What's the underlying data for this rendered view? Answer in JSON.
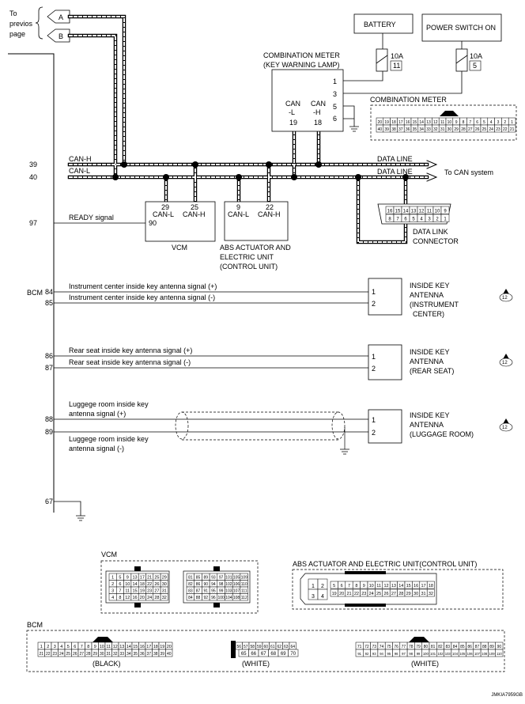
{
  "refs": {
    "to_previous_page": [
      "To",
      "previos",
      "page"
    ],
    "connector_a": "A",
    "connector_b": "B"
  },
  "components": {
    "battery": "BATTERY",
    "power_switch": "POWER SWITCH ON",
    "fuse_battery": {
      "rating": "10A",
      "number": "11"
    },
    "fuse_power": {
      "rating": "10A",
      "number": "5"
    },
    "combination_meter_title": [
      "COMBINATION METER",
      "(KEY WARNING LAMP)"
    ],
    "combination_meter_connector_title": "COMBINATION METER",
    "combination_meter_pins": [
      "1",
      "3",
      "5",
      "6"
    ],
    "meter_can_l": [
      "CAN",
      "-L",
      "19"
    ],
    "meter_can_h": [
      "CAN",
      "-H",
      "18"
    ],
    "vcm": {
      "name": "VCM",
      "pins": [
        {
          "number": "29",
          "label": "CAN-L"
        },
        {
          "number": "25",
          "label": "CAN-H"
        }
      ],
      "ready_pin": "90"
    },
    "abs": {
      "name": [
        "ABS ACTUATOR AND",
        "ELECTRIC UNIT",
        "(CONTROL UNIT)"
      ],
      "pins": [
        {
          "number": "9",
          "label": "CAN-L"
        },
        {
          "number": "22",
          "label": "CAN-H"
        }
      ]
    },
    "data_link": {
      "name": [
        "DATA LINK",
        "CONNECTOR"
      ]
    },
    "data_line_labels": [
      "DATA LINE",
      "DATA LINE"
    ],
    "can_system": "To CAN system",
    "bcm": "BCM",
    "antennas": [
      {
        "name": [
          "INSIDE KEY",
          "ANTENNA",
          "(INSTRUMENT",
          "CENTER)"
        ],
        "pins": [
          "1",
          "2"
        ]
      },
      {
        "name": [
          "INSIDE KEY",
          "ANTENNA",
          "(REAR SEAT)"
        ],
        "pins": [
          "1",
          "2"
        ]
      },
      {
        "name": [
          "INSIDE KEY",
          "ANTENNA",
          "(LUGGAGE ROOM)"
        ],
        "pins": [
          "1",
          "2"
        ]
      }
    ],
    "page_marker": "12"
  },
  "bcm_signals": [
    {
      "pin": "39",
      "label": "CAN-H"
    },
    {
      "pin": "40",
      "label": "CAN-L"
    },
    {
      "pin": "97",
      "label": "READY signal"
    },
    {
      "pin": "84",
      "label": "Instrument center inside key antenna signal (+)"
    },
    {
      "pin": "85",
      "label": "Instrument center inside key antenna signal (-)"
    },
    {
      "pin": "86",
      "label": "Rear seat inside key antenna signal (+)"
    },
    {
      "pin": "87",
      "label": "Rear seat inside key antenna signal (-)"
    },
    {
      "pin": "88",
      "label": "Luggege room inside key antenna signal (+)"
    },
    {
      "pin": "89",
      "label": "Luggege room inside key antenna signal (-)"
    },
    {
      "pin": "67",
      "label": ""
    }
  ],
  "luggage_label_lines": {
    "plus": [
      "Luggege room inside key",
      "antenna signal (+)"
    ],
    "minus": [
      "Luggege room inside key",
      "antenna signal (-)"
    ]
  },
  "connector_panels": {
    "vcm_title": "VCM",
    "abs_title": "ABS ACTUATOR AND ELECTRIC UNIT(CONTROL UNIT)",
    "bcm_title": "BCM",
    "bcm_colors": [
      "(BLACK)",
      "(WHITE)",
      "(WHITE)"
    ]
  },
  "connector_pins": {
    "meter_top": [
      "20",
      "19",
      "18",
      "17",
      "16",
      "15",
      "14",
      "13",
      "12",
      "11",
      "10",
      "9",
      "8",
      "7",
      "6",
      "5",
      "4",
      "3",
      "2",
      "1"
    ],
    "meter_bottom": [
      "40",
      "39",
      "38",
      "37",
      "36",
      "35",
      "34",
      "33",
      "32",
      "31",
      "30",
      "29",
      "28",
      "27",
      "26",
      "25",
      "24",
      "23",
      "22",
      "21"
    ],
    "dlc_top": [
      "16",
      "15",
      "14",
      "13",
      "12",
      "11",
      "10",
      "9"
    ],
    "dlc_bottom": [
      "8",
      "7",
      "6",
      "5",
      "4",
      "3",
      "2",
      "1"
    ],
    "vcm_left": [
      [
        "1",
        "5",
        "9",
        "13",
        "17",
        "21",
        "25",
        "29"
      ],
      [
        "2",
        "6",
        "10",
        "14",
        "18",
        "22",
        "26",
        "30"
      ],
      [
        "3",
        "7",
        "11",
        "15",
        "19",
        "23",
        "27",
        "31"
      ],
      [
        "4",
        "8",
        "12",
        "16",
        "20",
        "24",
        "28",
        "32"
      ]
    ],
    "vcm_right": [
      [
        "81",
        "85",
        "89",
        "93",
        "97",
        "101",
        "105",
        "109"
      ],
      [
        "82",
        "86",
        "90",
        "94",
        "98",
        "102",
        "106",
        "110"
      ],
      [
        "83",
        "87",
        "91",
        "95",
        "99",
        "103",
        "107",
        "111"
      ],
      [
        "84",
        "88",
        "92",
        "96",
        "100",
        "104",
        "108",
        "112"
      ]
    ],
    "abs_big": [
      [
        "1",
        "2"
      ],
      [
        "3",
        "4"
      ]
    ],
    "abs_top": [
      "5",
      "6",
      "7",
      "8",
      "9",
      "10",
      "11",
      "12",
      "13",
      "14",
      "15",
      "16",
      "17",
      "18"
    ],
    "abs_bottom": [
      "19",
      "20",
      "21",
      "22",
      "23",
      "24",
      "25",
      "26",
      "27",
      "28",
      "29",
      "30",
      "31",
      "32"
    ],
    "bcm1_top": [
      "1",
      "2",
      "3",
      "4",
      "5",
      "6",
      "7",
      "8",
      "9",
      "10",
      "11",
      "12",
      "13",
      "14",
      "15",
      "16",
      "17",
      "18",
      "19",
      "20"
    ],
    "bcm1_bottom": [
      "21",
      "22",
      "23",
      "24",
      "25",
      "26",
      "27",
      "28",
      "29",
      "30",
      "31",
      "32",
      "33",
      "34",
      "35",
      "36",
      "37",
      "38",
      "39",
      "40"
    ],
    "bcm2_top": [
      "56",
      "57",
      "58",
      "59",
      "60",
      "61",
      "62",
      "63",
      "64"
    ],
    "bcm2_bottom": [
      "65",
      "66",
      "67",
      "68",
      "69",
      "70"
    ],
    "bcm3_top": [
      "71",
      "72",
      "73",
      "74",
      "75",
      "76",
      "77",
      "78",
      "79",
      "80",
      "81",
      "82",
      "83",
      "84",
      "85",
      "86",
      "87",
      "88",
      "89",
      "90"
    ],
    "bcm3_bottom": [
      "91",
      "92",
      "93",
      "94",
      "95",
      "96",
      "97",
      "98",
      "99",
      "100",
      "101",
      "102",
      "103",
      "104",
      "105",
      "106",
      "107",
      "108",
      "109",
      "110"
    ]
  },
  "figure_id": "JMKIA7959GB"
}
